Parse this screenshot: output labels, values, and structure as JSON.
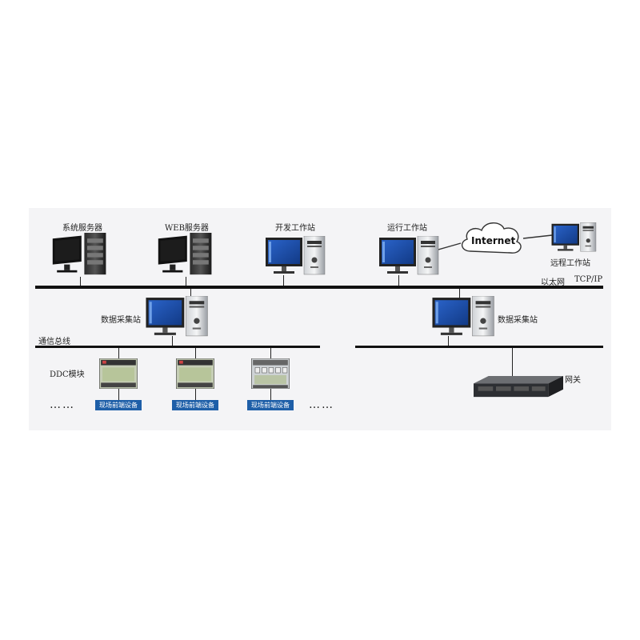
{
  "labels": {
    "system_server": "系统服务器",
    "web_server": "WEB服务器",
    "dev_workstation": "开发工作站",
    "run_workstation": "运行工作站",
    "remote_workstation": "远程工作站",
    "internet": "Internet",
    "ethernet": "以太网",
    "tcpip": "TCP/IP",
    "data_station_left": "数据采集站",
    "data_station_right": "数据采集站",
    "comm_bus": "通信总线",
    "ddc_module": "DDC模块",
    "gateway": "网关"
  },
  "field_devices": [
    "现场前端设备",
    "现场前端设备",
    "现场前端设备"
  ],
  "ellipsis": "……",
  "colors": {
    "panel": "#f4f4f6",
    "bus": "#111111",
    "field_button": "#1e5fa8",
    "monitor_screen": "#1d4fb0"
  }
}
